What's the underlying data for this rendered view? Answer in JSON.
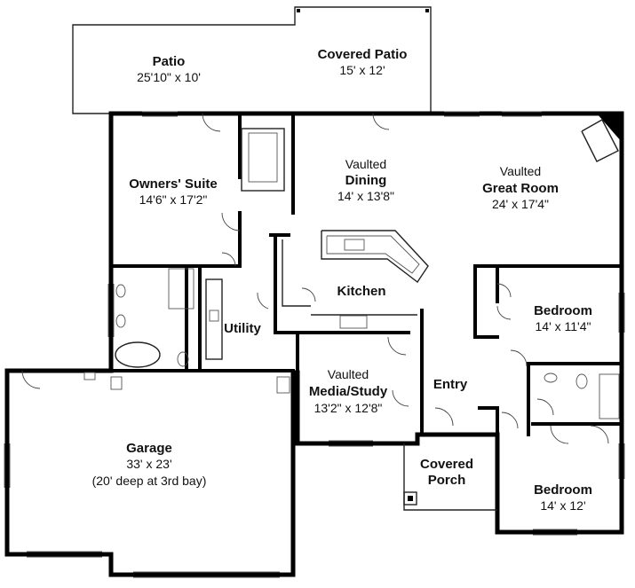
{
  "rooms": {
    "patio": {
      "name": "Patio",
      "dims": "25'10\" x 10'"
    },
    "covered_patio": {
      "name": "Covered Patio",
      "dims": "15' x 12'"
    },
    "owners_suite": {
      "name": "Owners' Suite",
      "dims": "14'6\" x 17'2\""
    },
    "dining": {
      "desc": "Vaulted",
      "name": "Dining",
      "dims": "14' x 13'8\""
    },
    "great_room": {
      "desc": "Vaulted",
      "name": "Great Room",
      "dims": "24' x 17'4\""
    },
    "kitchen": {
      "name": "Kitchen"
    },
    "utility": {
      "name": "Utility"
    },
    "bedroom_1": {
      "name": "Bedroom",
      "dims": "14' x 11'4\""
    },
    "media_study": {
      "desc": "Vaulted",
      "name": "Media/Study",
      "dims": "13'2\" x 12'8\""
    },
    "entry": {
      "name": "Entry"
    },
    "garage": {
      "name": "Garage",
      "dims": "33' x 23'",
      "note": "(20' deep at 3rd bay)"
    },
    "covered_porch": {
      "name": "Covered",
      "name2": "Porch"
    },
    "bedroom_2": {
      "name": "Bedroom",
      "dims": "14' x 12'"
    }
  }
}
